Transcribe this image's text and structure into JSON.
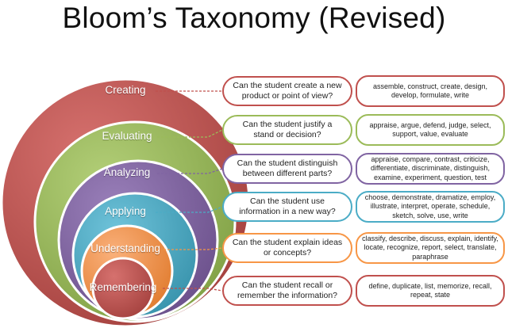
{
  "title": "Bloom’s Taxonomy (Revised)",
  "levels": [
    {
      "name": "Creating",
      "color": "#c0504d",
      "question": "Can the student create a new product or point of view?",
      "verbs": "assemble, construct, create, design, develop, formulate, write"
    },
    {
      "name": "Evaluating",
      "color": "#9bbb59",
      "question": "Can the student justify a stand or decision?",
      "verbs": "appraise, argue, defend, judge, select, support, value, evaluate"
    },
    {
      "name": "Analyzing",
      "color": "#8064a2",
      "question": "Can the student distinguish between different parts?",
      "verbs": "appraise, compare, contrast, criticize, differentiate, discriminate, distinguish, examine, experiment, question, test"
    },
    {
      "name": "Applying",
      "color": "#4bacc6",
      "question": "Can the student use information in a new way?",
      "verbs": "choose, demonstrate, dramatize, employ, illustrate, interpret, operate, schedule, sketch, solve, use, write"
    },
    {
      "name": "Understanding",
      "color": "#f79646",
      "question": "Can the student explain ideas or concepts?",
      "verbs": "classify, describe, discuss, explain, identify, locate, recognize, report, select, translate, paraphrase"
    },
    {
      "name": "Remembering",
      "color": "#c0504d",
      "question": "Can the student recall or remember the information?",
      "verbs": "define, duplicate, list, memorize, recall, repeat, state"
    }
  ]
}
